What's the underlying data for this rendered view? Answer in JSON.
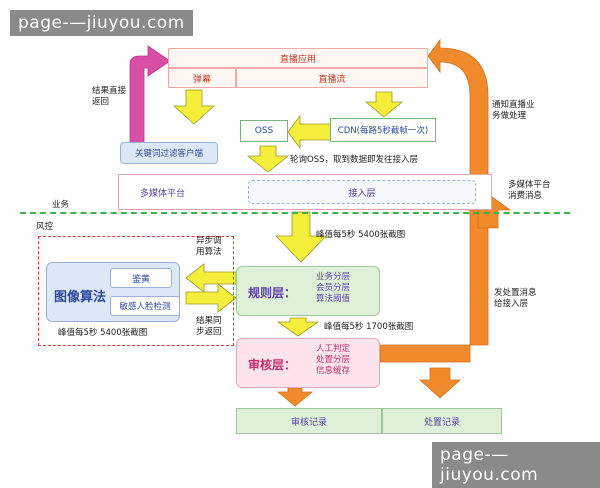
{
  "watermark": {
    "top_left": "page-—jiuyou.com",
    "bottom_right": "page-—jiuyou.com"
  },
  "top": {
    "app_label": "直播应用",
    "danmu_label": "弹幕",
    "stream_label": "直播流"
  },
  "keyword_client": "关键词过滤客户端",
  "result_return": [
    "结果直接",
    "返回"
  ],
  "oss": "OSS",
  "cdn": "CDN(每路5秒截帧一次)",
  "poll_text": "轮询OSS，取到数据即发往接入层",
  "media_platform": "多媒体平台",
  "access_layer": "接入层",
  "media_consume": [
    "多媒体平台",
    "消费消息"
  ],
  "notify_business": [
    "通知直播业",
    "务做处理"
  ],
  "zone_business": "业务",
  "zone_risk": "风控",
  "peak_5400_right": "峰值每5秒 5400张截图",
  "async_call": [
    "异步调",
    "用算法"
  ],
  "image_algo": {
    "title": "图像算法",
    "item1": "鉴黄",
    "item2": "敏感人脸检测",
    "peak": "峰值每5秒 5400张截图"
  },
  "result_sync": [
    "结果同",
    "步返回"
  ],
  "rule_layer": {
    "title": "规则层：",
    "items": [
      "业务分层",
      "会员分层",
      "算法阈值"
    ]
  },
  "peak_1700": "峰值每5秒 1700张截图",
  "review_layer": {
    "title": "审核层：",
    "items": [
      "人工判定",
      "处置分层",
      "信息缓存"
    ]
  },
  "dispatch_msg": [
    "发处置消息",
    "给接入层"
  ],
  "review_record": "审核记录",
  "dispose_record": "处置记录",
  "colors": {
    "yellow_arrow": "#f5ee3a",
    "orange_arrow": "#f08a2c",
    "magenta_arrow": "#d94fa8",
    "green_fill": "#dff0d8",
    "pink_fill": "#fde4ec",
    "blue_fill": "#dde8f7",
    "divider": "#3bb34a",
    "red_dash": "#e03b3b"
  }
}
